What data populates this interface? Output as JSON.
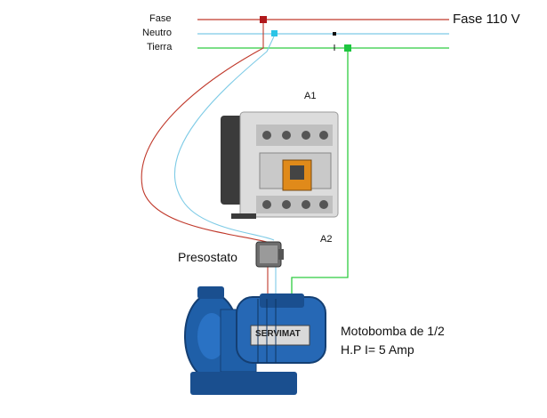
{
  "diagram": {
    "lines": {
      "fase": "Fase",
      "neutro": "Neutro",
      "tierra": "Tierra",
      "supply": "Fase 110 V"
    },
    "contactor": {
      "a1": "A1",
      "a2": "A2"
    },
    "pressure_switch": "Presostato",
    "pump": {
      "line1": "Motobomba de 1/2",
      "line2": "H.P I= 5 Amp",
      "brand": "SERVIMAT"
    },
    "colors": {
      "fase": "#c0392b",
      "neutro": "#7ecbe6",
      "tierra": "#2ecc40",
      "pump_blue": "#1f5fa8"
    }
  }
}
